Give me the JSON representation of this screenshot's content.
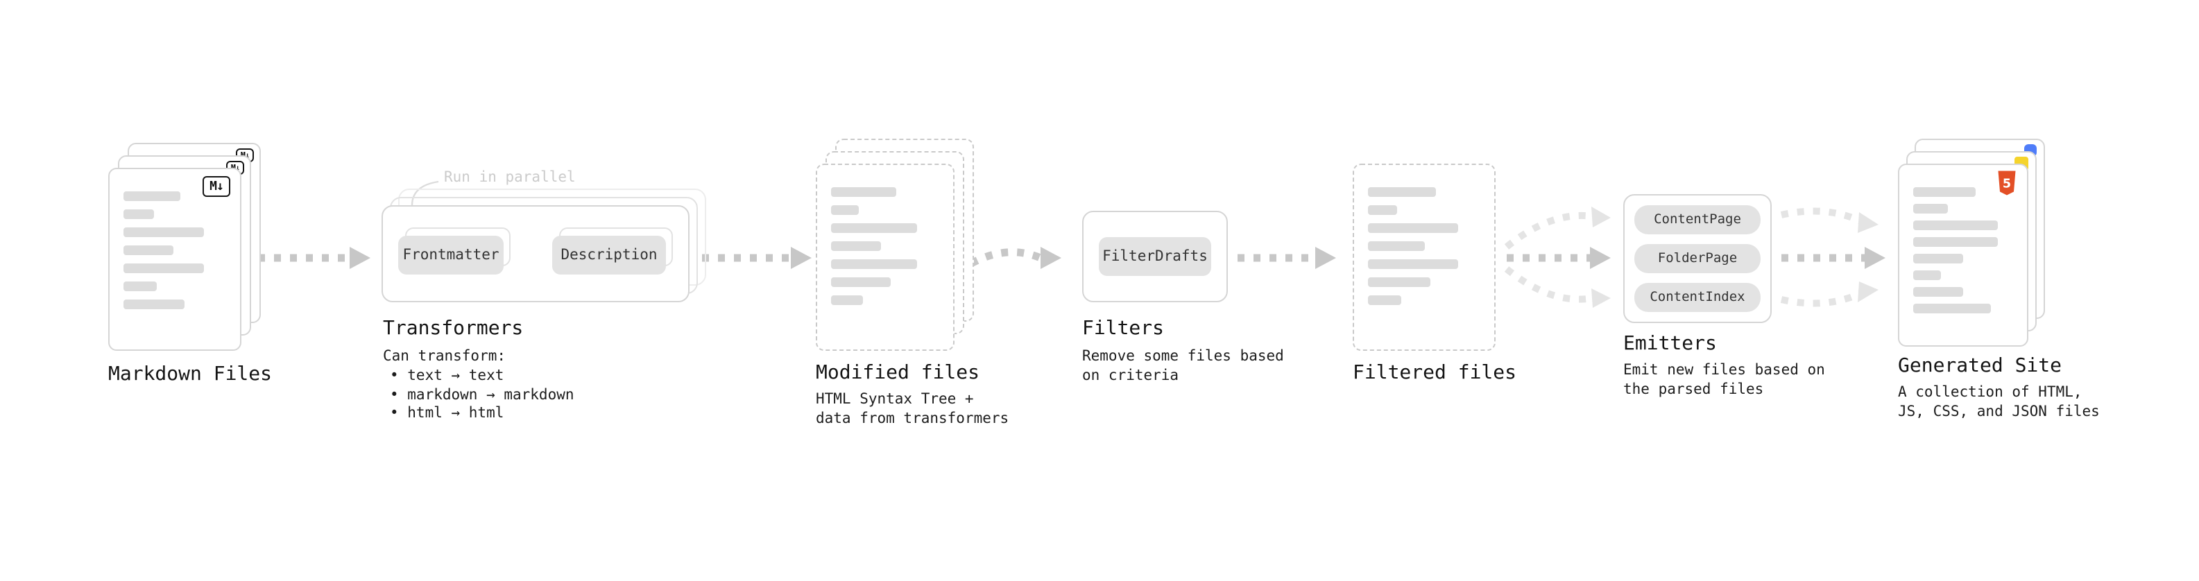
{
  "stages": {
    "markdown_files": {
      "label": "Markdown Files",
      "badge": "M↓"
    },
    "transformers": {
      "label": "Transformers",
      "annotation": "Run in parallel",
      "nodes": [
        "Frontmatter",
        "Description"
      ],
      "description_title": "Can transform:",
      "bullets": [
        "• text → text",
        "• markdown → markdown",
        "• html → html"
      ]
    },
    "modified_files": {
      "label": "Modified files",
      "description": "HTML Syntax Tree +\ndata from transformers"
    },
    "filters": {
      "label": "Filters",
      "node": "FilterDrafts",
      "description": "Remove some files based\non criteria"
    },
    "filtered_files": {
      "label": "Filtered files"
    },
    "emitters": {
      "label": "Emitters",
      "nodes": [
        "ContentPage",
        "FolderPage",
        "ContentIndex"
      ],
      "description": "Emit new files based on\nthe parsed files"
    },
    "generated_site": {
      "label": "Generated Site",
      "badge": "5",
      "description": "A collection of HTML,\nJS, CSS, and JSON files"
    }
  },
  "colors": {
    "arrow": "#c7c7c7",
    "arrow_light": "#e4e4e4",
    "html5_orange": "#e34f26",
    "js_yellow": "#f5d42c",
    "css_blue": "#4f7df9"
  }
}
